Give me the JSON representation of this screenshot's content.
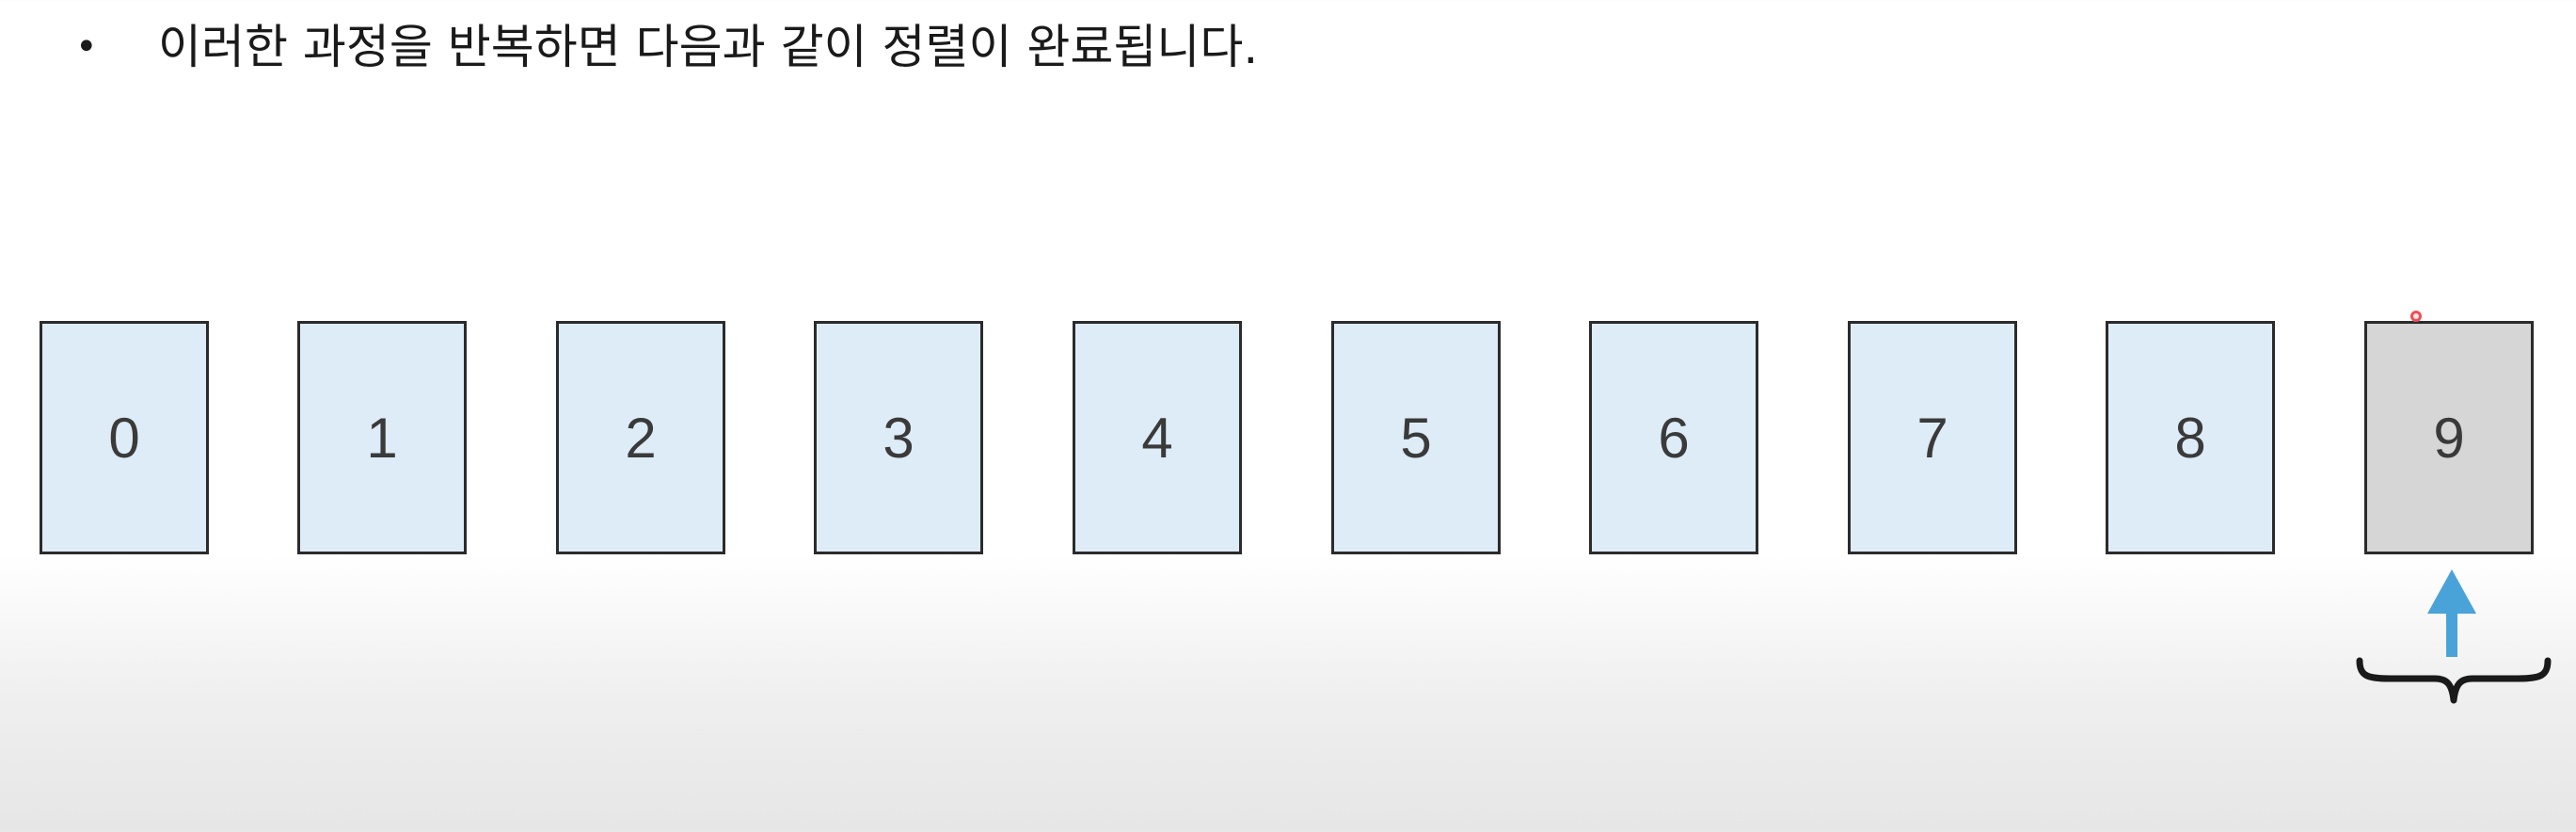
{
  "bullet": {
    "marker": "•",
    "text": "이러한 과정을 반복하면 다음과 같이 정렬이 완료됩니다."
  },
  "cards": [
    "0",
    "1",
    "2",
    "3",
    "4",
    "5",
    "6",
    "7",
    "8",
    "9"
  ],
  "highlighted_index": 9,
  "colors": {
    "card_fill": "#ddecf6",
    "card_highlight_fill": "#d6d6d6",
    "card_border": "#2b2b2b",
    "arrow": "#4aa3d8",
    "brace": "#1a1a1a",
    "pointer_dot": "#e8525a"
  },
  "icons": [
    "up-arrow-icon",
    "curly-brace-icon",
    "cursor-dot-icon"
  ]
}
